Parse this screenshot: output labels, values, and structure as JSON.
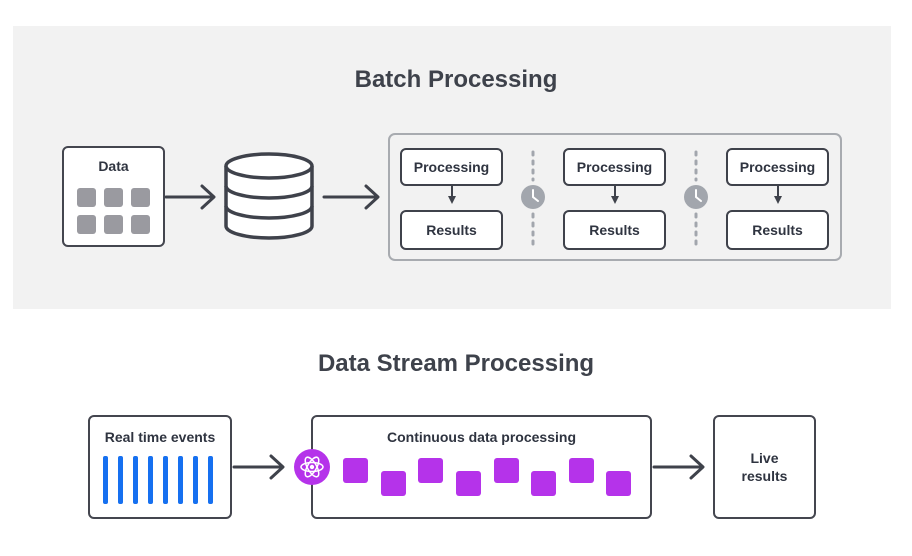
{
  "batch": {
    "title": "Batch Processing",
    "data_box_label": "Data",
    "stages": [
      {
        "processing": "Processing",
        "results": "Results"
      },
      {
        "processing": "Processing",
        "results": "Results"
      },
      {
        "processing": "Processing",
        "results": "Results"
      }
    ]
  },
  "stream": {
    "title": "Data Stream Processing",
    "events_label": "Real time events",
    "processing_label": "Continuous data processing",
    "output_label": "Live\nresults"
  },
  "icons": {
    "data_grid": "grid-icon",
    "database": "database-icon",
    "clock": "clock-icon",
    "stream_processor": "atom-icon"
  },
  "colors": {
    "panel_bg": "#f2f2f2",
    "box_border": "#44464f",
    "group_border": "#a8abb0",
    "event_bar": "#1670f0",
    "stream_item": "#b533ea",
    "clock": "#a2a6ad"
  }
}
